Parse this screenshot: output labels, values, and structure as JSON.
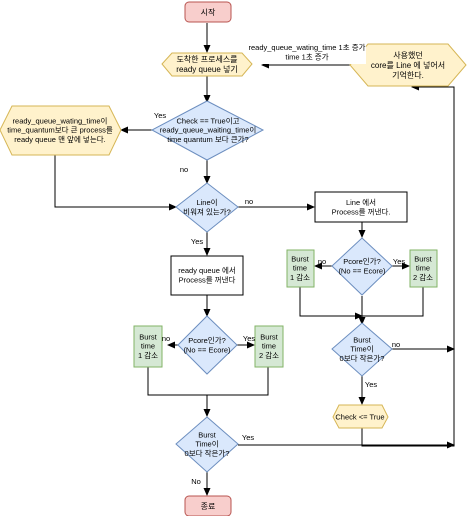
{
  "colors": {
    "terminal_fill": "#f8cecc",
    "terminal_stroke": "#b85450",
    "hex_fill": "#fff2cc",
    "hex_stroke": "#d6b656",
    "diamond_fill": "#dae8fc",
    "diamond_stroke": "#6c8ebf",
    "green_fill": "#d5e8d4",
    "green_stroke": "#82b366",
    "line": "#000000"
  },
  "nodes": {
    "start": [
      "시작"
    ],
    "arrive": [
      "도착한 프로세스를",
      "ready queue 넣기"
    ],
    "used_core": [
      "사용했던",
      "core를 Line 에 넣어서",
      "기억한다."
    ],
    "insert_front": [
      "ready_queue_wating_time이",
      "time_quantum보다 큰 process를",
      "ready queue 맨 앞에 넣는다."
    ],
    "check_quantum": [
      "Check == True이고",
      "ready_queue_waiting_time이",
      "time quantum 보다 큰가?"
    ],
    "line_empty": [
      "Line이",
      "비워져 있는가?"
    ],
    "line_pop": [
      "Line 에서",
      "Process를 꺼낸다."
    ],
    "queue_pop": [
      "ready queue 에서",
      "Process를 꺼낸다"
    ],
    "pcore_right": [
      "Pcore인가?",
      "(No == Ecore)"
    ],
    "pcore_left": [
      "Pcore인가?",
      "(No == Ecore)"
    ],
    "burst_r1": [
      "Burst",
      "time",
      "1 감소"
    ],
    "burst_r2": [
      "Burst",
      "time",
      "2 감소"
    ],
    "burst_l1": [
      "Burst",
      "time",
      "1 감소"
    ],
    "burst_l2": [
      "Burst",
      "time",
      "2 감소"
    ],
    "burst_zero_right": [
      "Burst",
      "Time이",
      "0보다 작은가?"
    ],
    "burst_zero_left": [
      "Burst",
      "Time이",
      "0보다 작은가?"
    ],
    "check_true": [
      "Check <= True"
    ],
    "end": [
      "종료"
    ]
  },
  "edge_labels": {
    "queue_increase": [
      "ready_queue_wating_time 1초 증가",
      "time 1초 증가"
    ],
    "yes_check": "Yes",
    "no_check": "no",
    "no_line": "no",
    "yes_line": "Yes",
    "no_pcore_right": "no",
    "yes_pcore_right": "Yes",
    "no_burst_right": "no",
    "yes_burst_right": "Yes",
    "no_pcore_left": "no",
    "yes_pcore_left": "Yes",
    "yes_burst_left": "Yes",
    "no_burst_left": "No"
  }
}
